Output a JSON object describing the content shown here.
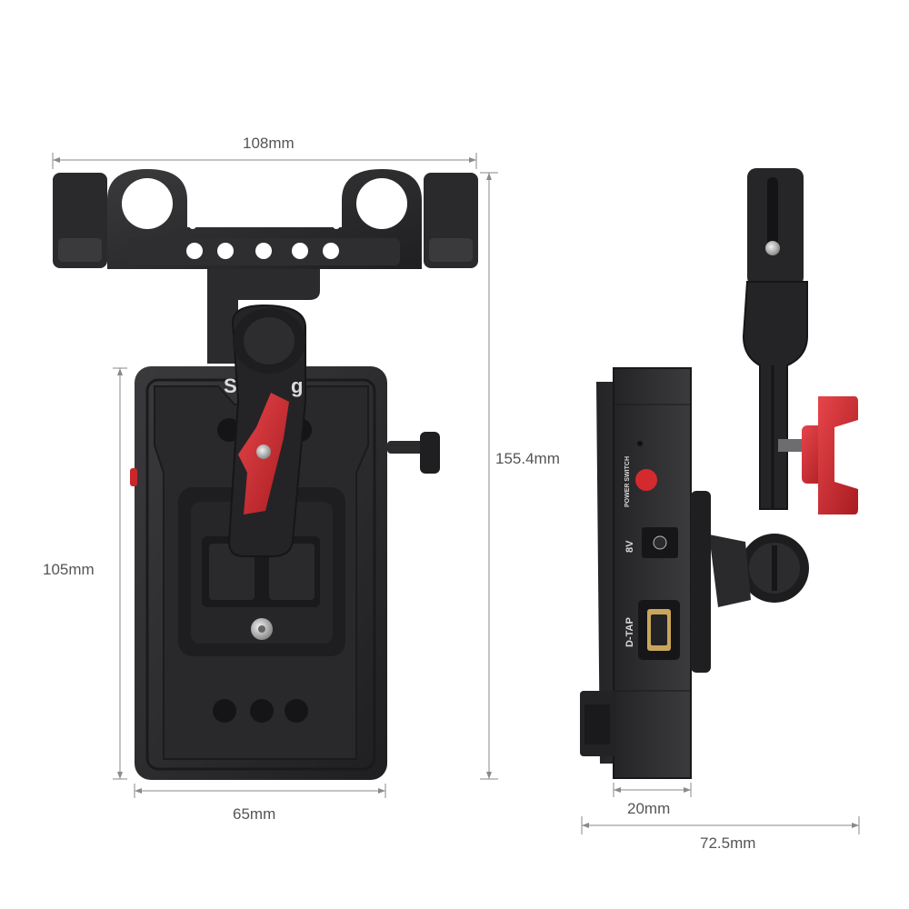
{
  "dimensions": {
    "top_width": "108mm",
    "total_height": "155.4mm",
    "plate_height": "105mm",
    "plate_width": "65mm",
    "side_thickness": "20mm",
    "side_depth": "72.5mm"
  },
  "labels": {
    "power_switch": "POWER SWITCH",
    "voltage": "8V",
    "dtap": "D-TAP",
    "logo": "SmallRig"
  },
  "colors": {
    "body": "#2b2b2d",
    "body_dark": "#1c1c1e",
    "accent_red": "#d42a2f",
    "dimension_line": "#8a8a8a",
    "text": "#555555"
  }
}
